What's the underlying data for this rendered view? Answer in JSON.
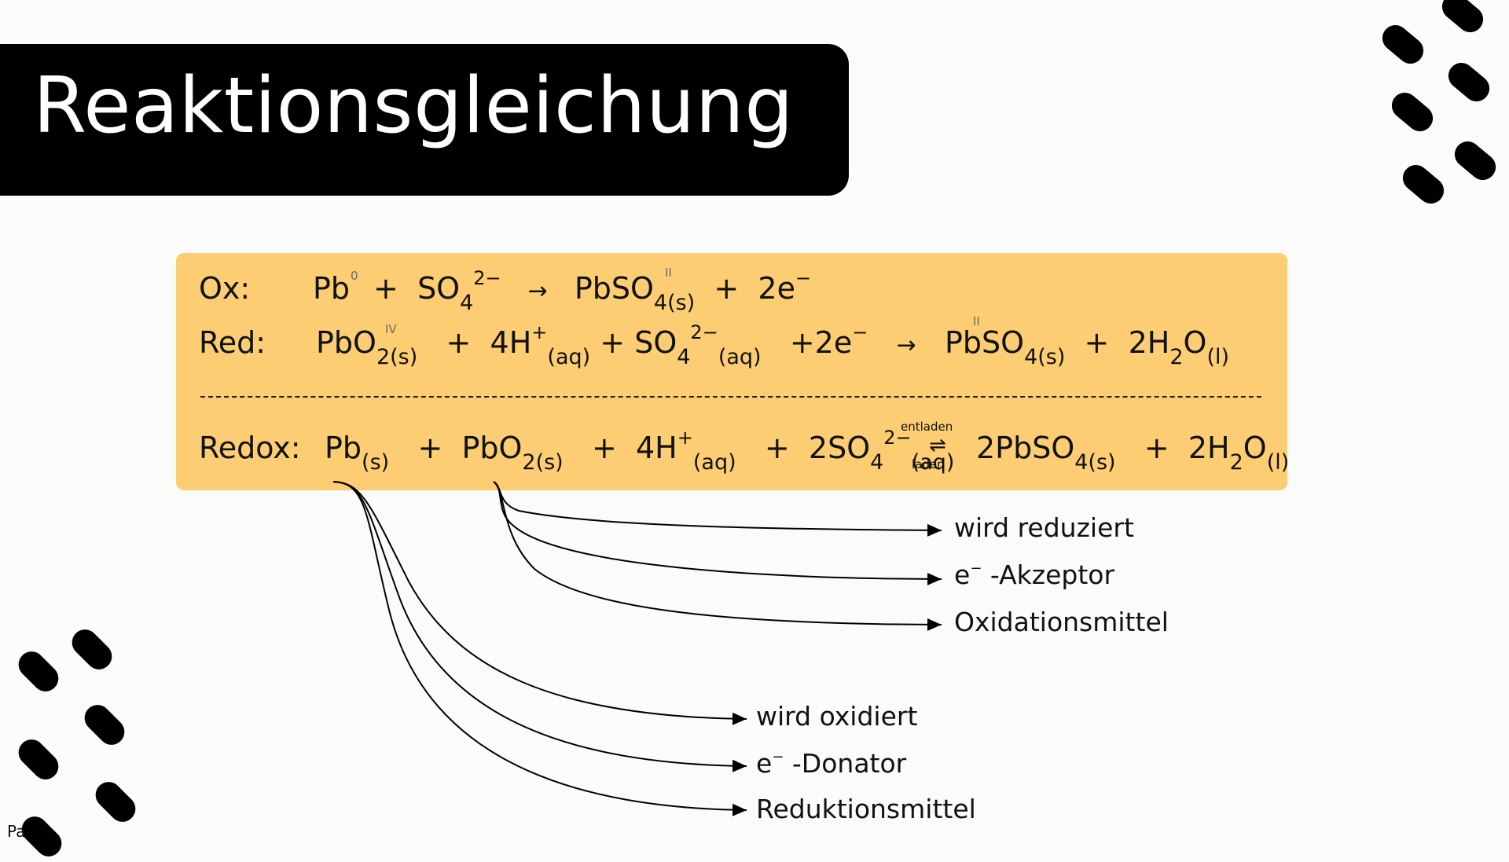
{
  "title": "Reaktionsgleichung",
  "page_number": "Pa",
  "ox": {
    "label": "Ox:",
    "pb": "Pb",
    "pb_ox": "0",
    "plus1": "+",
    "so": "SO",
    "so_sub": "4",
    "so_charge": "2−",
    "arrow": "→",
    "pbso": "PbSO",
    "pbso_ox": "II",
    "pbso_sub": "4(s)",
    "plus2": "+",
    "e": "2e",
    "e_charge": "−"
  },
  "red": {
    "label": "Red:",
    "pbo": "PbO",
    "pbo_ox": "IV",
    "pbo_sub": "2(s)",
    "plus1": "+",
    "h": "4H",
    "h_charge": "+",
    "h_sub": "(aq)",
    "plus2": "+",
    "so": "SO",
    "so_sub": "4",
    "so_charge": "2−",
    "so_state": "(aq)",
    "e": "+2e",
    "e_charge": "−",
    "arrow": "→",
    "pbso": "PbSO",
    "pbso_ox": "II",
    "pbso_sub": "4(s)",
    "plus3": "+",
    "water": "2H",
    "water_sub": "2",
    "water_o": "O",
    "water_state": "(l)"
  },
  "redox": {
    "label": "Redox:",
    "pb": "Pb",
    "pb_sub": "(s)",
    "plus1": "+",
    "pbo": "PbO",
    "pbo_sub": "2(s)",
    "plus2": "+",
    "h": "4H",
    "h_charge": "+",
    "h_sub": "(aq)",
    "plus3": "+",
    "so": "2SO",
    "so_sub": "4",
    "so_charge": "2−",
    "so_state": "(aq)",
    "arrow_top": "entladen",
    "arrow_symbol": "⇌",
    "arrow_bottom": "laden",
    "pbso": "2PbSO",
    "pbso_sub": "4(s)",
    "plus4": "+",
    "water": "2H",
    "water_sub": "2",
    "water_o": "O",
    "water_state": "(l)"
  },
  "annotations": {
    "pbo2": {
      "reduced": "wird reduziert",
      "acceptor_e": "e",
      "acceptor_charge": "−",
      "acceptor_text": " -Akzeptor",
      "oxidant": "Oxidationsmittel"
    },
    "pb": {
      "oxidized": "wird oxidiert",
      "donor_e": "e",
      "donor_charge": "−",
      "donor_text": " -Donator",
      "reductant": "Reduktionsmittel"
    }
  }
}
